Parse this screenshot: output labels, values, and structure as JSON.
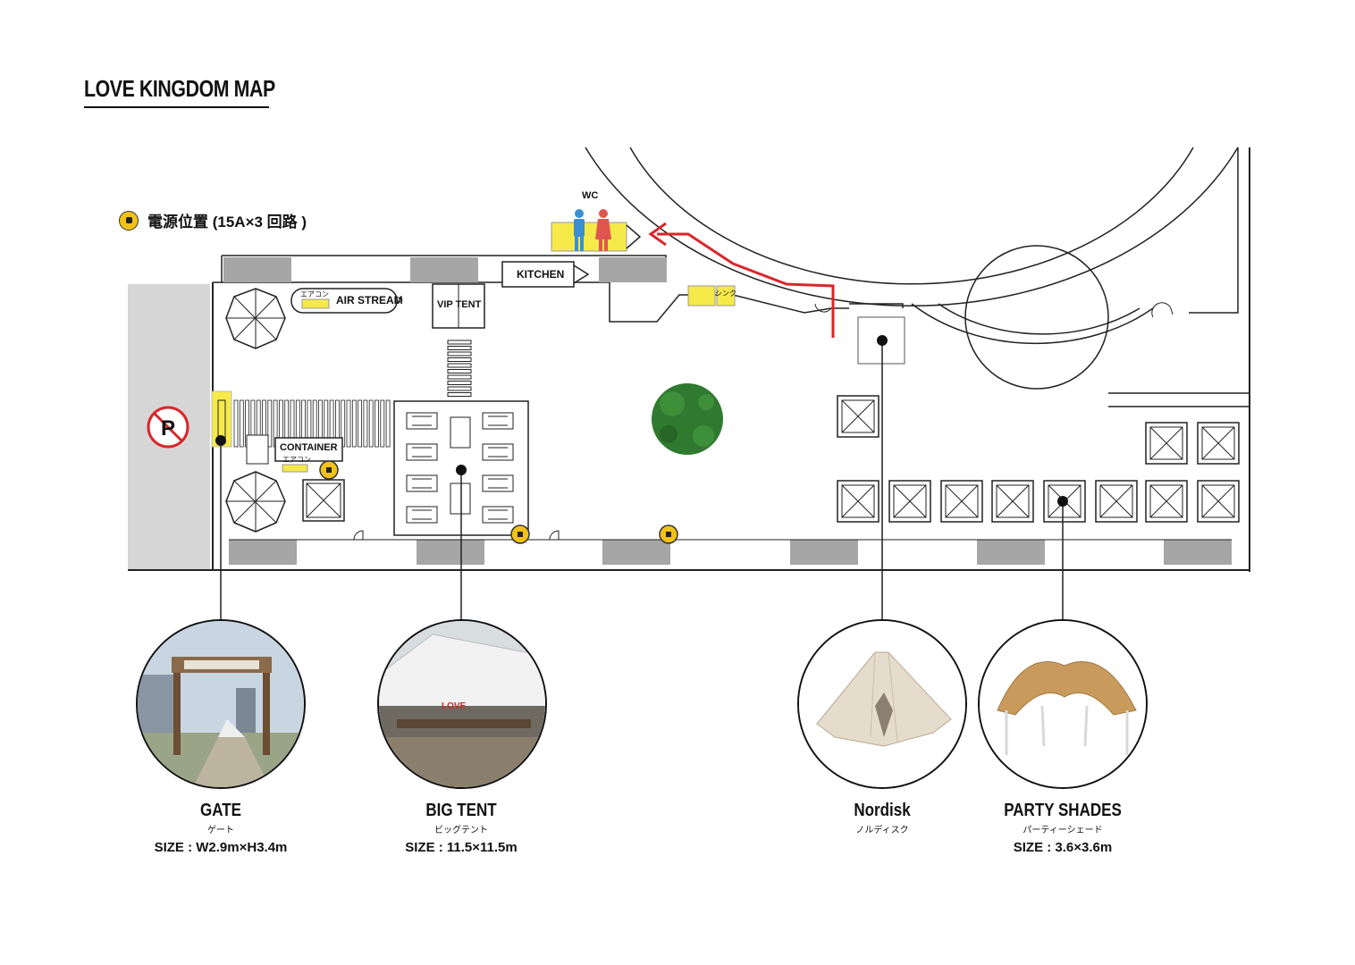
{
  "title": "LOVE KINGDOM MAP",
  "legend": {
    "label": "電源位置 (15A×3 回路 )",
    "color": "#f2c218"
  },
  "map_labels": {
    "wc": "WC",
    "kitchen": "KITCHEN",
    "airstream": "AIR STREAM",
    "aircon_1": "エアコン",
    "vip_tent": "VIP TENT",
    "sink": "シンク",
    "container": "CONTAINER",
    "aircon_2": "エアコン"
  },
  "colors": {
    "highlight": "#f6e94a",
    "route": "#d9262b",
    "parking": "#d6d6d6",
    "wall": "#a6a6a6",
    "tree": "#2f7a2f"
  },
  "locations": [
    {
      "name": "GATE",
      "kana": "ゲート",
      "size": "SIZE : W2.9m×H3.4m"
    },
    {
      "name": "BIG TENT",
      "kana": "ビッグテント",
      "size": "SIZE : 11.5×11.5m"
    },
    {
      "name": "Nordisk",
      "kana": "ノルディスク",
      "size": ""
    },
    {
      "name": "PARTY SHADES",
      "kana": "パーティーシェード",
      "size": "SIZE : 3.6×3.6m"
    }
  ]
}
